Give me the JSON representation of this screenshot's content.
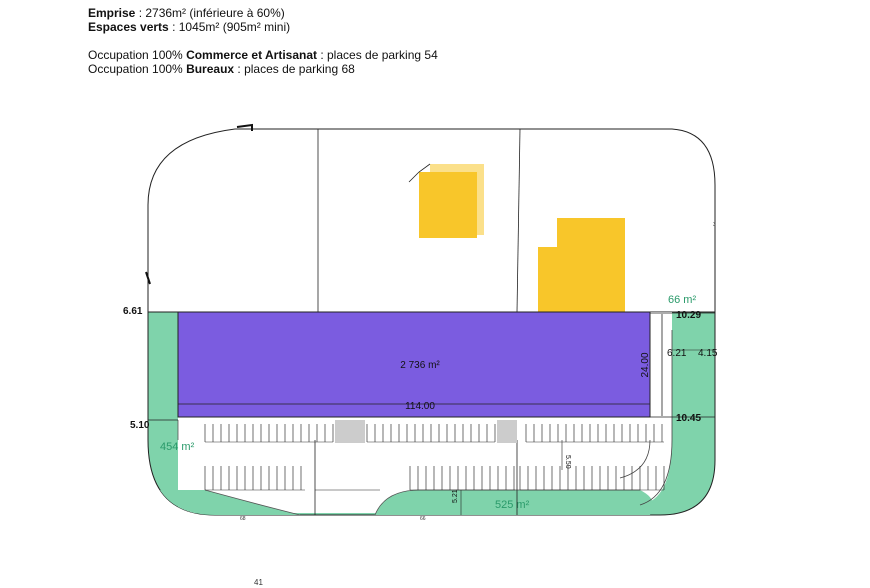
{
  "header": {
    "emprise_label": "Emprise",
    "emprise_value": " : 2736m² (inférieure à 60%)",
    "espaces_label": "Espaces verts",
    "espaces_value": " : 1045m² (905m² mini)",
    "occ1_prefix": "Occupation 100% ",
    "occ1_bold": "Commerce et Artisanat",
    "occ1_suffix": " : places de parking 54",
    "occ2_prefix": "Occupation 100% ",
    "occ2_bold": "Bureaux",
    "occ2_suffix": " : places de parking 68"
  },
  "plan": {
    "building_area": "2 736 m²",
    "width_dim": "114.00",
    "depth_dim": "24.00",
    "dim_left_top": "6.61",
    "dim_left_bottom": "5.10",
    "dim_right_top": "10.29",
    "dim_right_bottom": "10.45",
    "dim_ramp_a": "6.21",
    "dim_ramp_b": "4.15",
    "dim_aisle": "5.50",
    "dim_bottom_strip": "5.21",
    "green_area_right": "66 m²",
    "green_area_left": "454 m²",
    "green_area_bottom": "525 m²",
    "small_label_left": "68",
    "small_label_mid": "66",
    "small_label_right": "3"
  },
  "page_number": "41",
  "colors": {
    "building": "#7b5ce0",
    "green": "#7fd3ab",
    "neighbor_building": "#f8c62a",
    "green_text": "#2a9a6a",
    "paved": "#cccccc"
  }
}
